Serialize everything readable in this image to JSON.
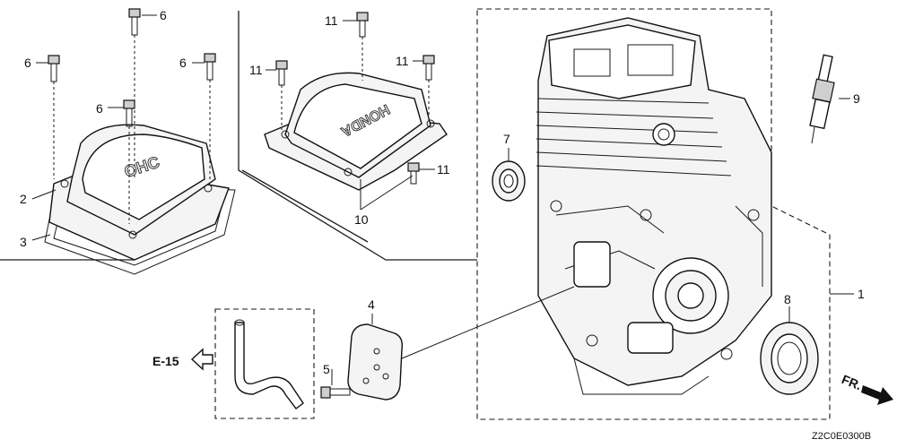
{
  "callouts": {
    "c1": "1",
    "c2": "2",
    "c3": "3",
    "c4": "4",
    "c5": "5",
    "c6a": "6",
    "c6b": "6",
    "c6c": "6",
    "c6d": "6",
    "c7": "7",
    "c8": "8",
    "c9": "9",
    "c10": "10",
    "c11a": "11",
    "c11b": "11",
    "c11c": "11",
    "c11d": "11"
  },
  "arrows": {
    "ref_left": "E-15",
    "front": "FR."
  },
  "emboss": {
    "ohc": "OHC",
    "honda": "HONDA"
  },
  "diagram_code": "Z2C0E0300B"
}
